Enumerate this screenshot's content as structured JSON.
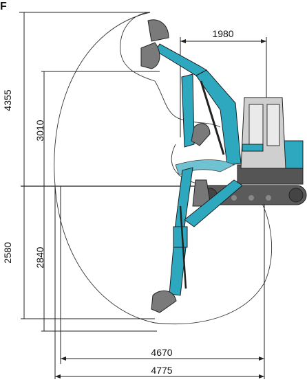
{
  "figure": {
    "corner_mark": "F"
  },
  "dimensions": {
    "max_dig_height": "4355",
    "max_dump_height": "3010",
    "max_dig_depth_vertical": "2580",
    "max_dig_depth": "2840",
    "max_reach_ground": "4670",
    "max_reach": "4775",
    "min_swing_radius": "1980"
  },
  "colors": {
    "machine_accent": "#2ea8be",
    "bucket": "#7a7a7a",
    "lines": "#222222"
  },
  "icons": {
    "machine": "mini-excavator-illustration"
  }
}
